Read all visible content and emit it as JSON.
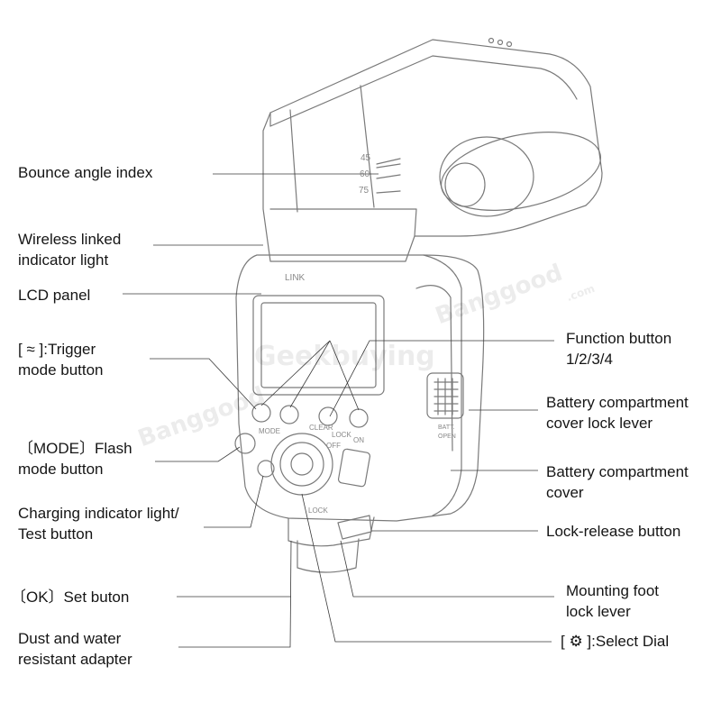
{
  "labels_left": [
    {
      "line1": "Bounce angle index",
      "line2": ""
    },
    {
      "line1": "Wireless linked",
      "line2": "indicator light"
    },
    {
      "line1": "LCD panel",
      "line2": ""
    },
    {
      "line1": "[ ≈ ]:Trigger",
      "line2": "mode button"
    },
    {
      "line1": "〔MODE〕Flash",
      "line2": "mode button"
    },
    {
      "line1": "Charging indicator light/",
      "line2": "Test button"
    },
    {
      "line1": "〔OK〕Set buton",
      "line2": ""
    },
    {
      "line1": "Dust and water",
      "line2": "resistant adapter"
    }
  ],
  "labels_right": [
    {
      "line1": "Function button",
      "line2": "1/2/3/4"
    },
    {
      "line1": "Battery compartment",
      "line2": "cover lock lever"
    },
    {
      "line1": "Battery compartment",
      "line2": "cover"
    },
    {
      "line1": "Lock-release button",
      "line2": ""
    },
    {
      "line1": "Mounting foot",
      "line2": "lock lever"
    },
    {
      "line1": "[ ⚙ ]:Select Dial",
      "line2": ""
    }
  ],
  "device_text": {
    "angle_45": "45",
    "angle_60": "60",
    "angle_75": "75",
    "link": "LINK",
    "mode": "MODE",
    "clear": "CLEAR",
    "lock": "LOCK",
    "on": "ON",
    "off": "OFF",
    "lock_foot": "LOCK",
    "batt": "BATT.",
    "open": "OPEN"
  },
  "watermarks": {
    "geekbuying": "Geekbuying",
    "banggood": "Banggood",
    "banggood_com": ".com"
  }
}
